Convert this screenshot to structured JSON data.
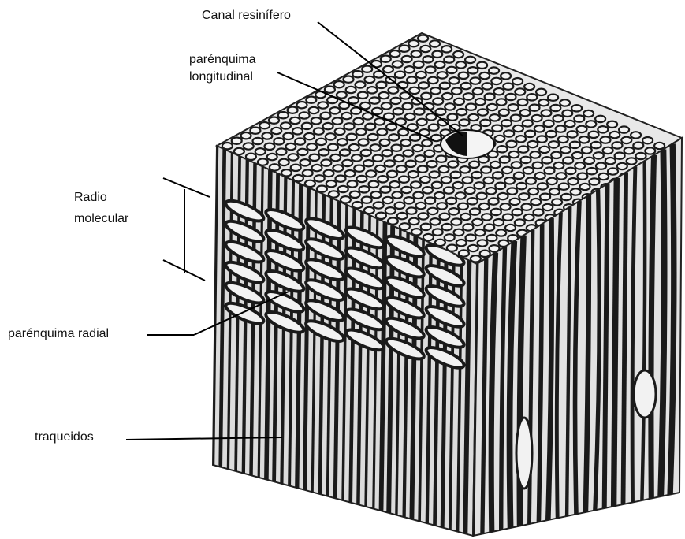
{
  "labels": {
    "canal_resinifero": "Canal resinífero",
    "parenquima_longitudinal_line1": "parénquima",
    "parenquima_longitudinal_line2": "longitudinal",
    "radio_molecular_line1": "Radio",
    "radio_molecular_line2": "molecular",
    "parenquima_radial": "parénquima radial",
    "traqueidos": "traqueidos"
  },
  "colors": {
    "background": "#ffffff",
    "ink": "#111111",
    "cell_dark": "#1a1a1a",
    "cell_light": "#f2f2f2",
    "face_gray": "#d9d9d9"
  }
}
